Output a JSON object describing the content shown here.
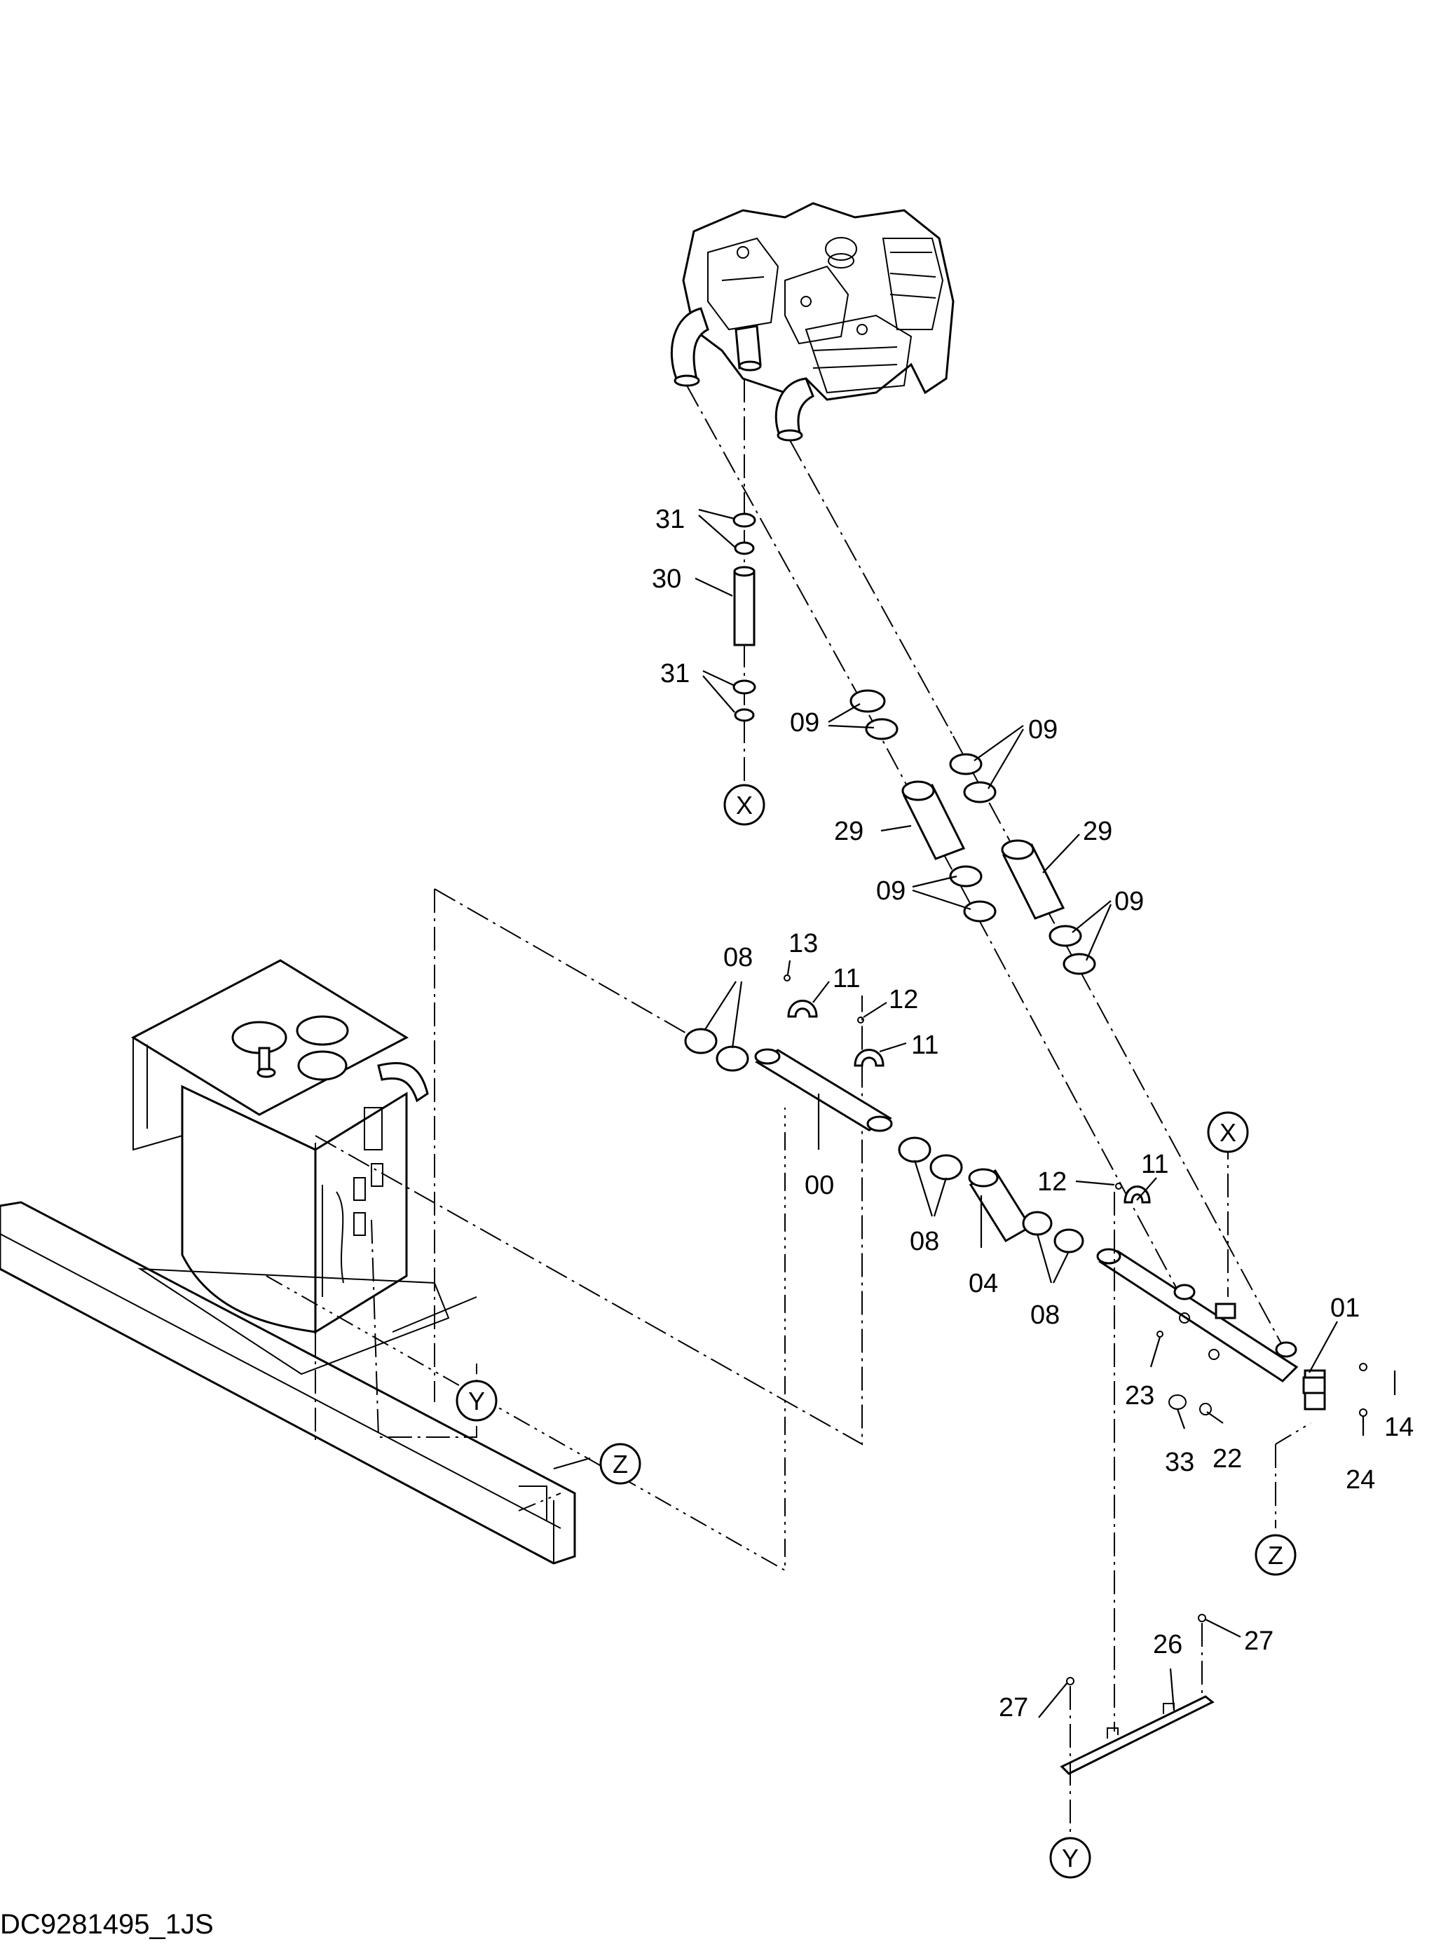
{
  "document_id": "DC9281495_1JS",
  "callouts": {
    "x_top": "X",
    "x_right": "X",
    "y_left": "Y",
    "y_bottom": "Y",
    "z_left": "Z",
    "z_right": "Z"
  },
  "part_labels": {
    "p31_a": "31",
    "p30": "30",
    "p31_b": "31",
    "p09_a": "09",
    "p09_b": "09",
    "p29_a": "29",
    "p29_b": "29",
    "p09_c": "09",
    "p09_d": "09",
    "p08_a": "08",
    "p13": "13",
    "p11_a": "11",
    "p12_a": "12",
    "p11_b": "11",
    "p00": "00",
    "p08_b": "08",
    "p04": "04",
    "p08_c": "08",
    "p12_b": "12",
    "p11_c": "11",
    "p01": "01",
    "p23": "23",
    "p33": "33",
    "p22": "22",
    "p14": "14",
    "p24": "24",
    "p26": "26",
    "p27_a": "27",
    "p27_b": "27"
  }
}
